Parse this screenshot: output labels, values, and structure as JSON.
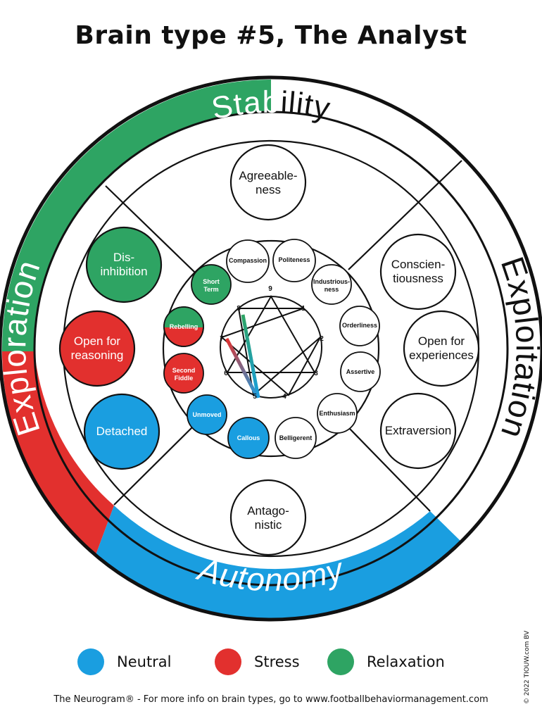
{
  "title": "Brain type #5, The Analyst",
  "colors": {
    "neutral": "#1a9ee0",
    "stress": "#e2302e",
    "relaxation": "#2ea463",
    "line": "#111111"
  },
  "ring": {
    "stability": {
      "label": "Stability",
      "highlighted_part": "Stab",
      "rest_part": "ility"
    },
    "exploration": "Exploration",
    "exploitation": "Exploitation",
    "autonomy": "Autonomy"
  },
  "big_traits": {
    "agreeableness": "Agreeable-|ness",
    "conscientiousness": "Conscien-|tiousness",
    "open_experiences": "Open for|experiences",
    "extraversion": "Extraversion",
    "antagonistic": "Antago-|nistic",
    "disinhibition": "Dis-|inhibition",
    "open_reasoning": "Open for|reasoning",
    "detached": "Detached"
  },
  "small_traits": {
    "compassion": "Compassion",
    "politeness": "Politeness",
    "industriousness": "Industrious-|ness",
    "orderliness": "Orderliness",
    "assertive": "Assertive",
    "enthusiasm": "Enthusiasm",
    "belligerent": "Belligerent",
    "callous": "Callous",
    "unmoved": "Unmoved",
    "second_fiddle": "Second|Fiddle",
    "rebelling": "Rebelling",
    "short_term": "Short|Term"
  },
  "trait_states": {
    "disinhibition": "relaxation",
    "open_reasoning": "stress",
    "detached": "neutral",
    "short_term": "relaxation",
    "rebelling": "relaxation/stress",
    "second_fiddle": "stress",
    "unmoved": "neutral",
    "callous": "neutral"
  },
  "enneagram": {
    "points": [
      "9",
      "1",
      "2",
      "3",
      "4",
      "5",
      "6",
      "7",
      "8"
    ],
    "highlight_lines": [
      {
        "from": "8",
        "to": "5",
        "colors": [
          "relaxation",
          "neutral"
        ]
      },
      {
        "from": "7",
        "to": "5",
        "colors": [
          "stress",
          "neutral"
        ]
      }
    ]
  },
  "legend": [
    {
      "label": "Neutral",
      "color": "#1a9ee0"
    },
    {
      "label": "Stress",
      "color": "#e2302e"
    },
    {
      "label": "Relaxation",
      "color": "#2ea463"
    }
  ],
  "footer": "The Neurogram® - For more info on brain types, go to www.footballbehaviormanagement.com",
  "copyright": "© 2022 TIOUW.com BV"
}
